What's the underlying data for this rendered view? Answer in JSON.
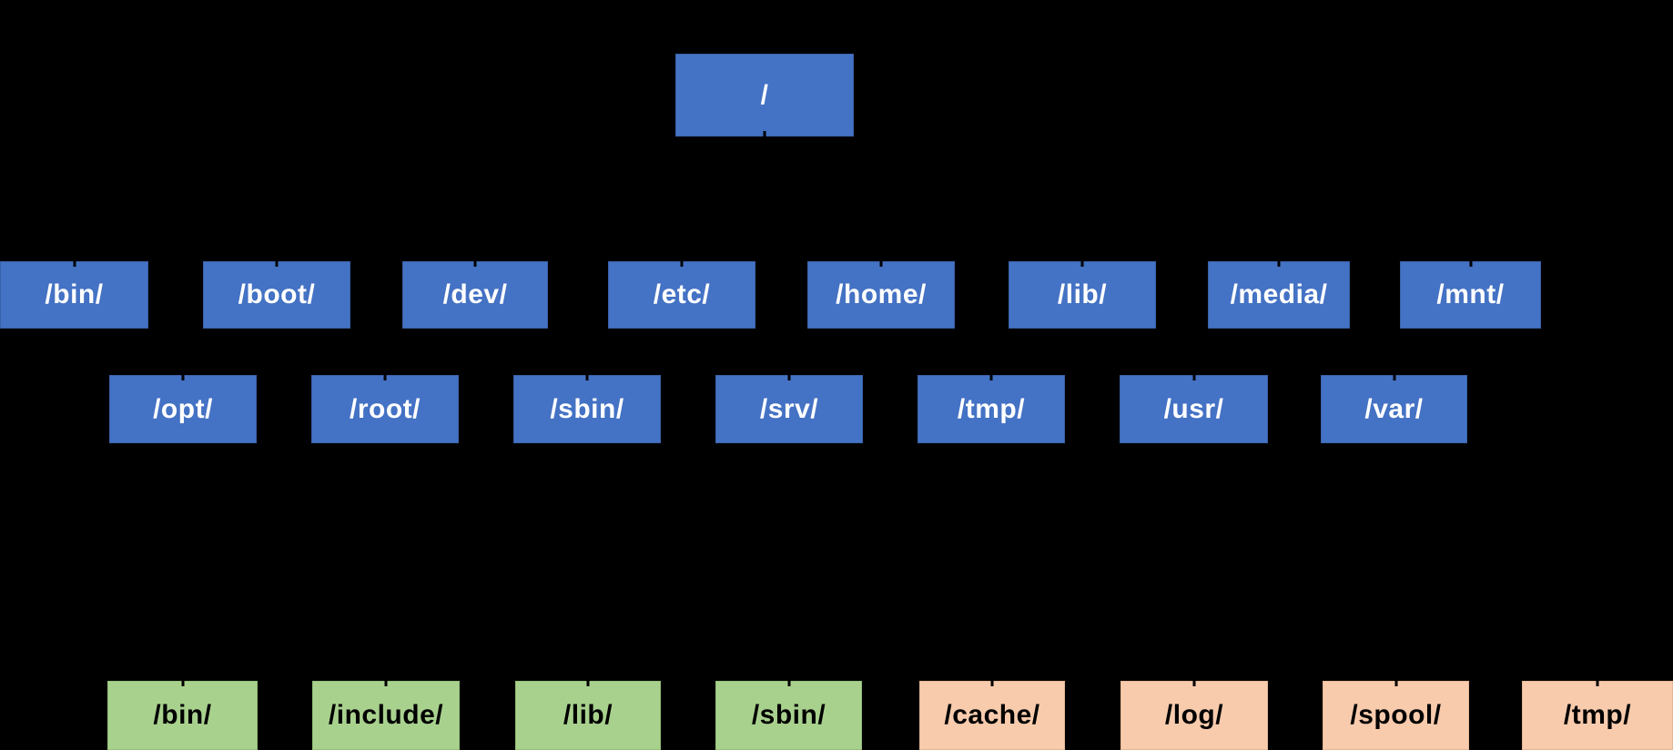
{
  "colors": {
    "background": "#000000",
    "blue_fill": "#4472C4",
    "blue_border": "#3A62A8",
    "blue_text": "#FFFFFF",
    "green_fill": "#A9D18E",
    "green_border": "#93BE77",
    "orange_fill": "#F8CBAD",
    "orange_border": "#E5B694",
    "child_text": "#000000",
    "connector": "#000000"
  },
  "tree": {
    "root": {
      "label": "/"
    },
    "level1_row1": [
      {
        "label": "/bin/"
      },
      {
        "label": "/boot/"
      },
      {
        "label": "/dev/"
      },
      {
        "label": "/etc/"
      },
      {
        "label": "/home/"
      },
      {
        "label": "/lib/"
      },
      {
        "label": "/media/"
      },
      {
        "label": "/mnt/"
      }
    ],
    "level1_row2": [
      {
        "label": "/opt/"
      },
      {
        "label": "/root/"
      },
      {
        "label": "/sbin/"
      },
      {
        "label": "/srv/"
      },
      {
        "label": "/tmp/"
      },
      {
        "label": "/usr/"
      },
      {
        "label": "/var/"
      }
    ],
    "usr_children": [
      {
        "label": "/bin/"
      },
      {
        "label": "/include/"
      },
      {
        "label": "/lib/"
      },
      {
        "label": "/sbin/"
      }
    ],
    "var_children": [
      {
        "label": "/cache/"
      },
      {
        "label": "/log/"
      },
      {
        "label": "/spool/"
      },
      {
        "label": "/tmp/"
      }
    ]
  }
}
